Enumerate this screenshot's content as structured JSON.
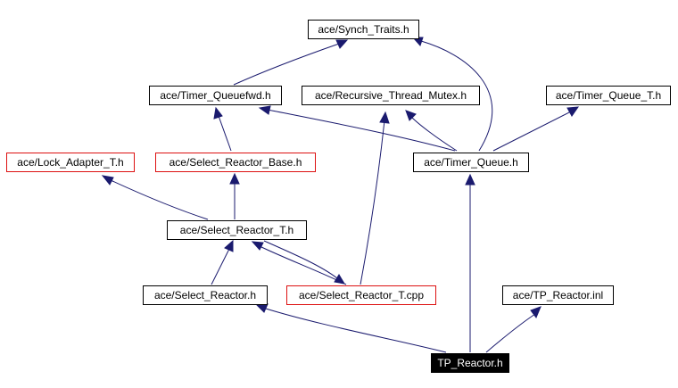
{
  "graph": {
    "nodes": {
      "synch_traits": "ace/Synch_Traits.h",
      "timer_queuefwd": "ace/Timer_Queuefwd.h",
      "recursive_thread_mutex": "ace/Recursive_Thread_Mutex.h",
      "timer_queue_t": "ace/Timer_Queue_T.h",
      "lock_adapter_t": "ace/Lock_Adapter_T.h",
      "select_reactor_base": "ace/Select_Reactor_Base.h",
      "timer_queue": "ace/Timer_Queue.h",
      "select_reactor_t_h": "ace/Select_Reactor_T.h",
      "select_reactor": "ace/Select_Reactor.h",
      "select_reactor_t_cpp": "ace/Select_Reactor_T.cpp",
      "tp_reactor_inl": "ace/TP_Reactor.inl",
      "tp_reactor": "TP_Reactor.h"
    },
    "colors": {
      "edge": "#1a1a6e",
      "link_node_border": "#d11111",
      "focus_node_fill": "#000000"
    }
  }
}
